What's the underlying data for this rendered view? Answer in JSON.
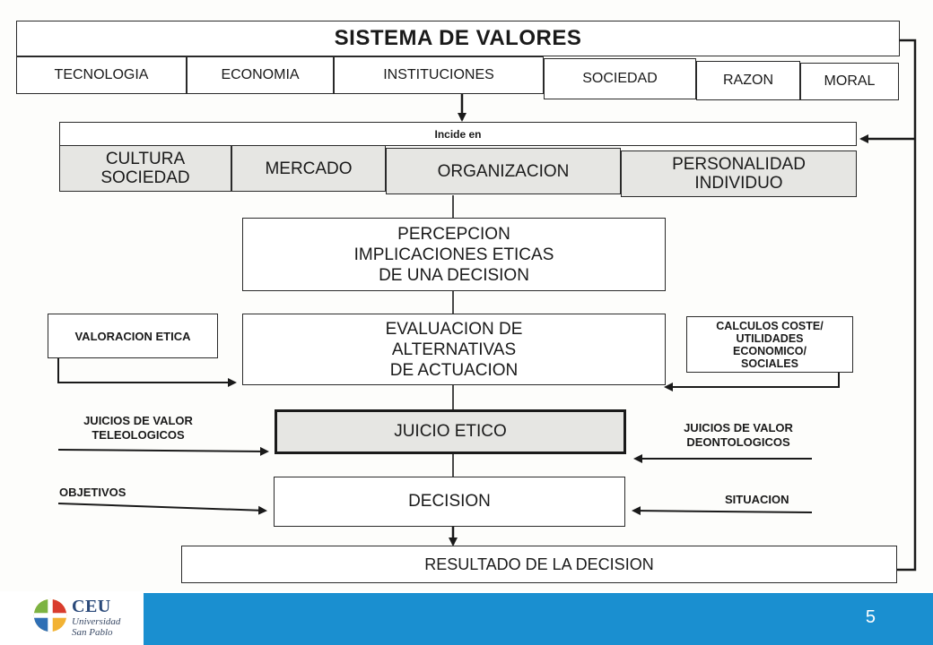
{
  "diagram": {
    "title": "SISTEMA DE VALORES",
    "value_factors": [
      "TECNOLOGIA",
      "ECONOMIA",
      "INSTITUCIONES",
      "SOCIEDAD",
      "RAZON",
      "MORAL"
    ],
    "incide_label": "Incide en",
    "influence_areas": [
      [
        "CULTURA",
        "SOCIEDAD"
      ],
      [
        "MERCADO"
      ],
      [
        "ORGANIZACION"
      ],
      [
        "PERSONALIDAD",
        "INDIVIDUO"
      ]
    ],
    "perception": [
      "PERCEPCION",
      "IMPLICACIONES ETICAS",
      "DE UNA DECISION"
    ],
    "evaluation": [
      "EVALUACION DE",
      "ALTERNATIVAS",
      "DE ACTUACION"
    ],
    "ethical_valuation": "VALORACION ETICA",
    "cost_calc": [
      "CALCULOS COSTE/",
      "UTILIDADES",
      "ECONOMICO/",
      "SOCIALES"
    ],
    "teleological": [
      "JUICIOS DE VALOR",
      "TELEOLOGICOS"
    ],
    "ethical_judgment": "JUICIO ETICO",
    "deontological": [
      "JUICIOS DE VALOR",
      "DEONTOLOGICOS"
    ],
    "objectives": "OBJETIVOS",
    "decision": "DECISION",
    "situation": "SITUACION",
    "result": "RESULTADO DE LA DECISION"
  },
  "footer": {
    "logo_name": "CEU",
    "logo_line1": "Universidad",
    "logo_line2": "San Pablo",
    "page_number": "5",
    "bar_color": "#1a8fd0"
  }
}
